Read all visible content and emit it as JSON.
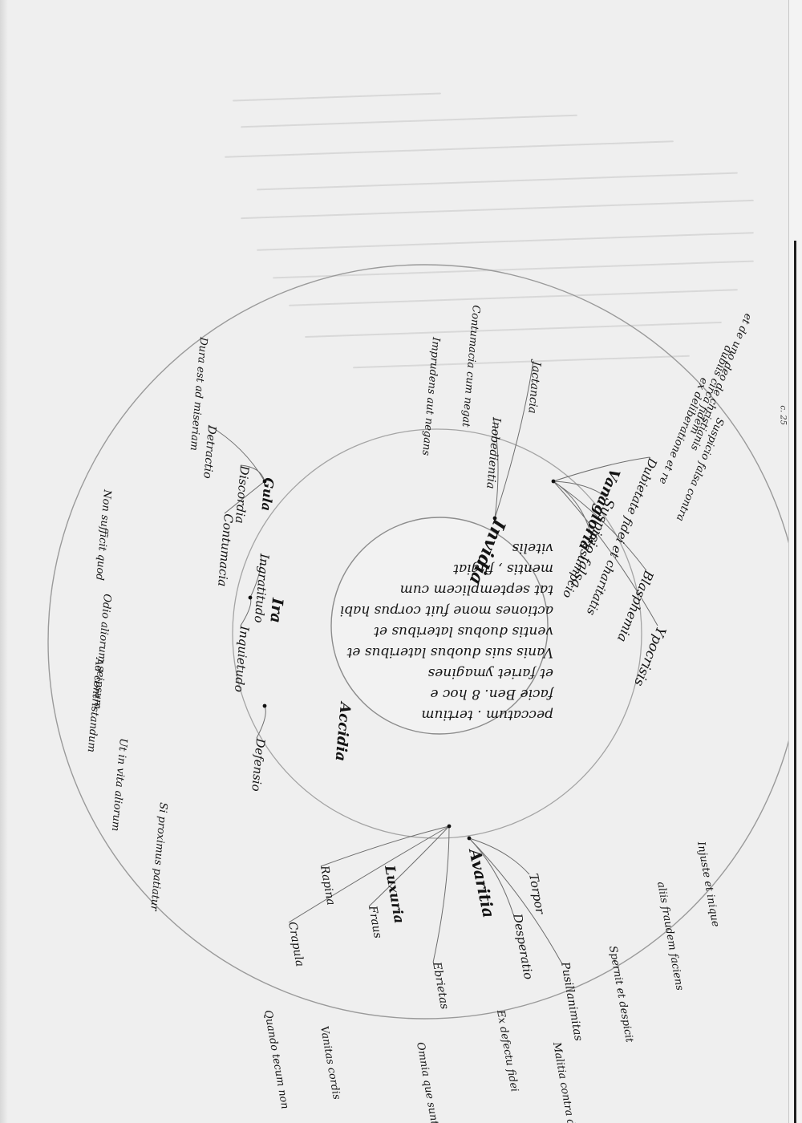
{
  "manuscript": {
    "center": {
      "lines": [
        "peccatum . tertium",
        "facie Ben. 8 hoc e",
        "et fariet ymagines",
        "Vanis suis duobus lateribus et",
        "ventis duobus lateribus et",
        "actiones mone fuit corpus habi",
        "tat septemplicem cum",
        "mentis , fugiat",
        "vitelis"
      ]
    },
    "categories": {
      "invidia": "Invidia",
      "vana_gloria": "Vanagloria",
      "ira": "Ira",
      "avaritia": "Avaritia",
      "accidia": "Accidia",
      "gula": "Gula",
      "luxuria": "Luxuria"
    },
    "edge_mark": "c. 25",
    "branches": [
      {
        "id": "b1",
        "label": "Suspicio falsa"
      },
      {
        "id": "b2",
        "label": "Dubietate fidei et charitatis"
      },
      {
        "id": "b3",
        "label": "Presumpcio"
      },
      {
        "id": "b4",
        "label": "Blasphemia"
      },
      {
        "id": "b5",
        "label": "Ypocrisis"
      },
      {
        "id": "b6",
        "label": "Inobedientia"
      },
      {
        "id": "b7",
        "label": "Jactancia"
      },
      {
        "id": "b8",
        "label": "Contumacia"
      },
      {
        "id": "b9",
        "label": "Discordia"
      },
      {
        "id": "b10",
        "label": "Detractio"
      },
      {
        "id": "b11",
        "label": "Defensio"
      },
      {
        "id": "b12",
        "label": "Inquietudo"
      },
      {
        "id": "b13",
        "label": "Ingratitudo"
      },
      {
        "id": "b14",
        "label": "Desperatio"
      },
      {
        "id": "b15",
        "label": "Pusillanimitas"
      },
      {
        "id": "b16",
        "label": "Torpor"
      },
      {
        "id": "b17",
        "label": "Rapina"
      },
      {
        "id": "b18",
        "label": "Fraus"
      },
      {
        "id": "b19",
        "label": "Ebrietas"
      },
      {
        "id": "b20",
        "label": "Crapula"
      }
    ],
    "glosses": [
      {
        "id": "g1",
        "text": "Suspicio falsa contra"
      },
      {
        "id": "g2",
        "text": "ex deliberatione et re"
      },
      {
        "id": "g3",
        "text": "dubiis circa fidem"
      },
      {
        "id": "g4",
        "text": "et de uno deo de christianis"
      },
      {
        "id": "g5",
        "text": "Imprudens aut negans"
      },
      {
        "id": "g6",
        "text": "Contumacia cum negat"
      },
      {
        "id": "g7",
        "text": "Injuste et inique"
      },
      {
        "id": "g8",
        "text": "aliis fraudem faciens"
      },
      {
        "id": "g9",
        "text": "Odio aliorum seipsum"
      },
      {
        "id": "g10",
        "text": "Ad contristandum"
      },
      {
        "id": "g11",
        "text": "Non sufficit quod"
      },
      {
        "id": "g12",
        "text": "Ut in vita aliorum"
      },
      {
        "id": "g13",
        "text": "Si proximus patiatur"
      },
      {
        "id": "g14",
        "text": "Dura est ad miseriam"
      },
      {
        "id": "g15",
        "text": "Ex defectu fidei"
      },
      {
        "id": "g16",
        "text": "Malitia contra deum"
      },
      {
        "id": "g17",
        "text": "Omnia que sunt"
      },
      {
        "id": "g18",
        "text": "Vanitas cordis"
      },
      {
        "id": "g19",
        "text": "Quando tecum non"
      },
      {
        "id": "g20",
        "text": "Spernit et despicit"
      }
    ]
  }
}
